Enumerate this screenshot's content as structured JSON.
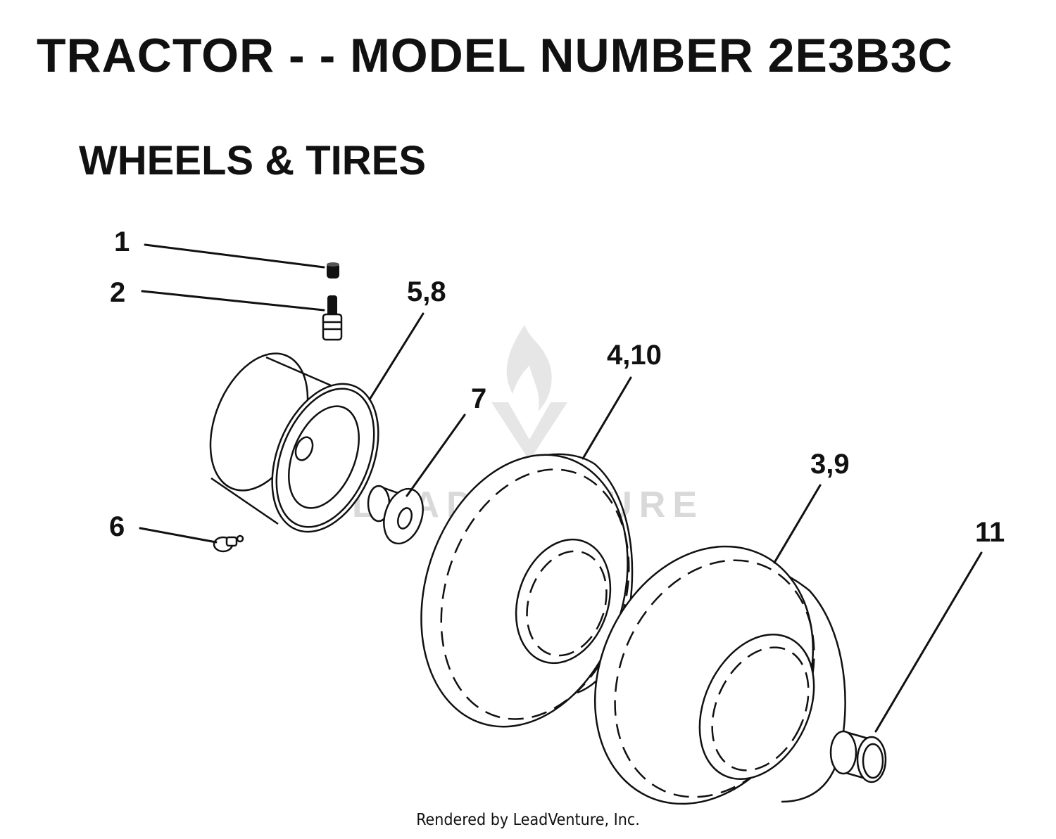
{
  "title": "TRACTOR - - MODEL NUMBER 2E3B3C",
  "section": "WHEELS & TIRES",
  "footer": "Rendered by LeadVenture, Inc.",
  "watermark": "LEADVENTURE",
  "colors": {
    "ink": "#111111",
    "background": "#ffffff",
    "watermark": "#d9d9d9"
  },
  "callouts": [
    {
      "label": "1",
      "part": "valve-cap"
    },
    {
      "label": "2",
      "part": "valve-stem"
    },
    {
      "label": "5,8",
      "part": "wheel-rim"
    },
    {
      "label": "6",
      "part": "fitting"
    },
    {
      "label": "7",
      "part": "bushing"
    },
    {
      "label": "4,10",
      "part": "tire"
    },
    {
      "label": "3,9",
      "part": "tube-tire"
    },
    {
      "label": "11",
      "part": "bearing-sleeve"
    }
  ]
}
